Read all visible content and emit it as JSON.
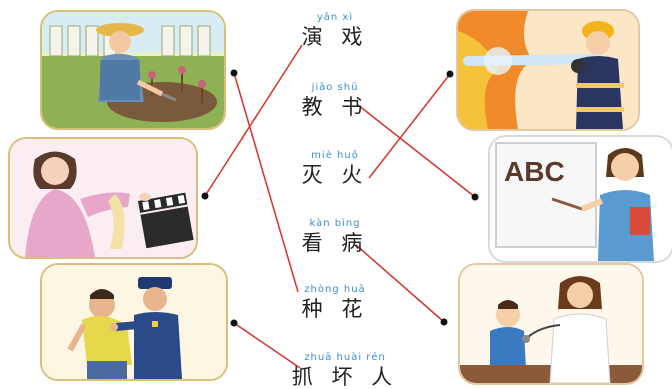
{
  "words": [
    {
      "pinyin": "yǎn  xì",
      "hanzi": "演 戏"
    },
    {
      "pinyin": "jiāo  shū",
      "hanzi": "教 书"
    },
    {
      "pinyin": "miè  huǒ",
      "hanzi": "灭 火"
    },
    {
      "pinyin": "kàn  bìng",
      "hanzi": "看 病"
    },
    {
      "pinyin": "zhòng  huā",
      "hanzi": "种 花"
    },
    {
      "pinyin": "zhuā  huài  rén",
      "hanzi": "抓 坏 人"
    }
  ],
  "board": {
    "text": "ABC"
  },
  "colors": {
    "line": "#d9322b",
    "dot": "#111111",
    "card_border": "#d9c07a",
    "pinyin": "#3d8fd0"
  }
}
